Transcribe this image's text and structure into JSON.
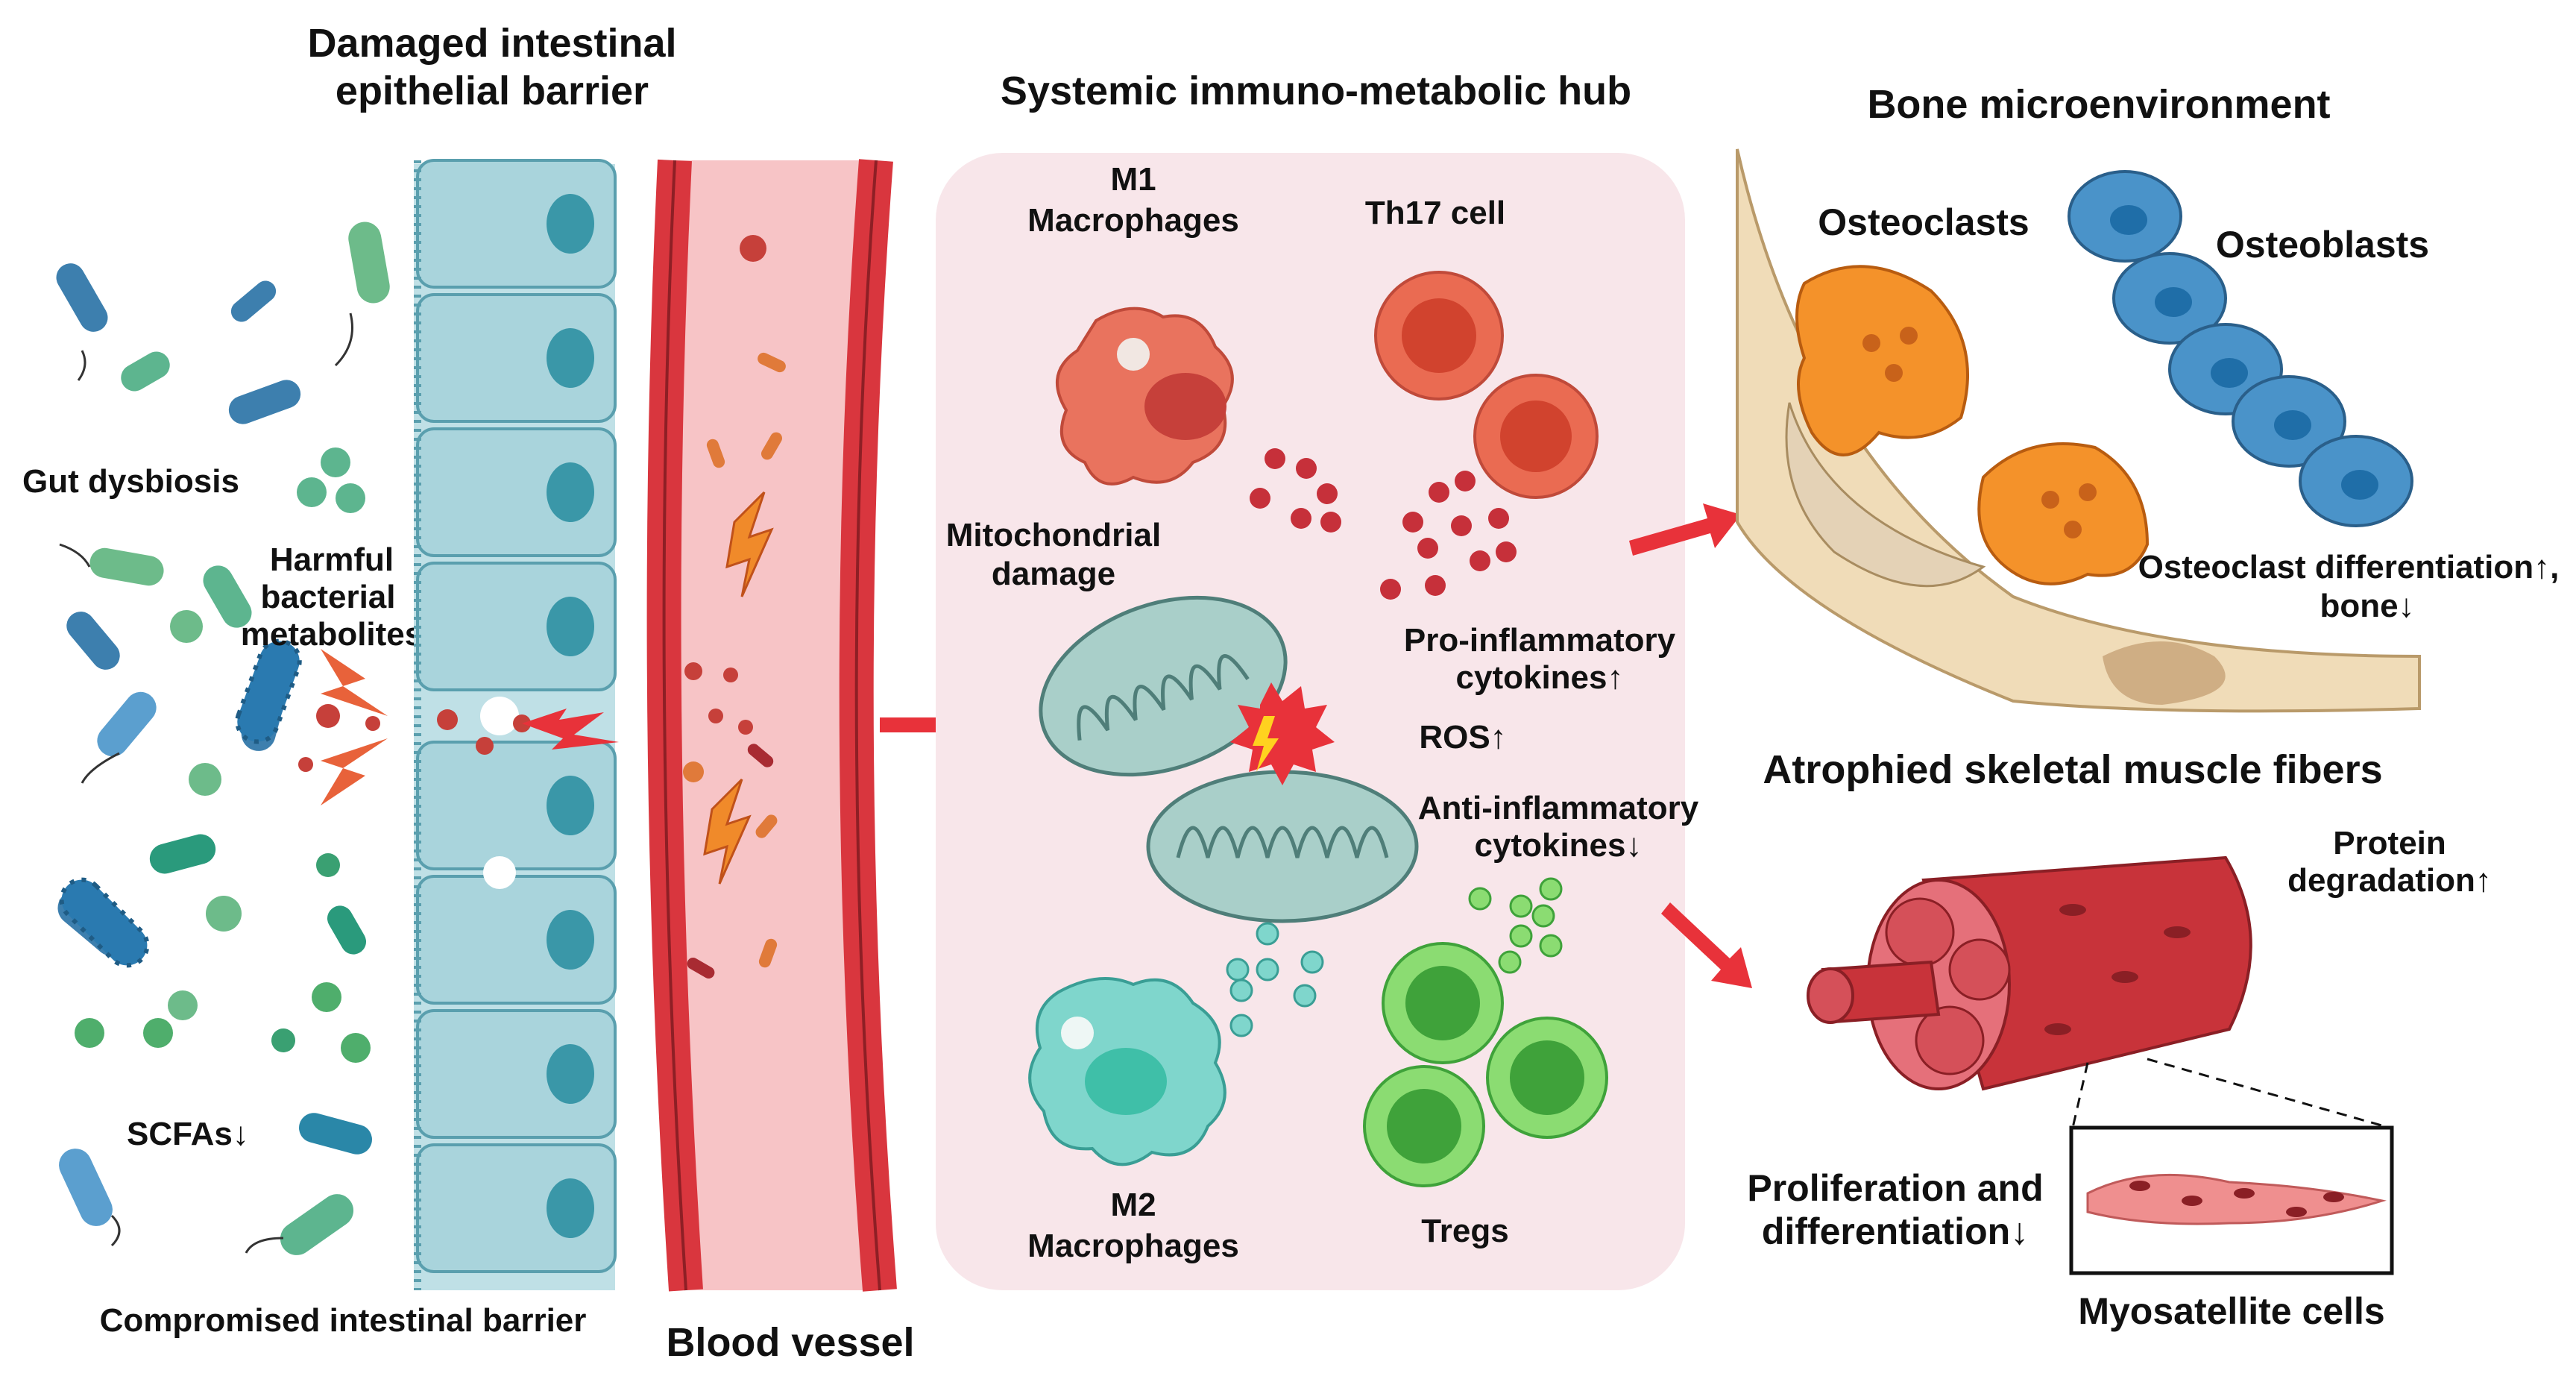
{
  "panels": {
    "gut": {
      "title_line1": "Damaged intestinal",
      "title_line2": "epithelial barrier",
      "gut_dysbiosis": "Gut dysbiosis",
      "harmful_line1": "Harmful",
      "harmful_line2": "bacterial",
      "harmful_line3": "metabolites",
      "scfas": "SCFAs↓",
      "barrier_caption": "Compromised intestinal barrier",
      "vessel_caption": "Blood vessel"
    },
    "hub": {
      "title": "Systemic immuno-metabolic hub",
      "m1_line1": "M1",
      "m1_line2": "Macrophages",
      "th17": "Th17 cell",
      "mito_line1": "Mitochondrial",
      "mito_line2": "damage",
      "pro_line1": "Pro-inflammatory",
      "pro_line2": "cytokines↑",
      "ros": "ROS↑",
      "anti_line1": "Anti-inflammatory",
      "anti_line2": "cytokines↓",
      "m2_line1": "M2",
      "m2_line2": "Macrophages",
      "tregs": "Tregs"
    },
    "bone": {
      "title": "Bone microenvironment",
      "osteoclasts": "Osteoclasts",
      "osteoblasts": "Osteoblasts",
      "effect_line1": "Osteoclast differentiation↑,",
      "effect_line2": "bone↓"
    },
    "muscle": {
      "title": "Atrophied skeletal muscle fibers",
      "protein_line1": "Protein",
      "protein_line2": "degradation↑",
      "prolif_line1": "Proliferation and",
      "prolif_line2": "differentiation↓",
      "myosatellite": "Myosatellite cells"
    }
  },
  "colors": {
    "epithelium": "#a9d4dc",
    "nucleus": "#3a97a8",
    "vessel": "#d9363e",
    "hub_bg": "#f8e6ea",
    "arrow": "#e8323a",
    "osteoclast": "#f4922a",
    "osteoblast": "#4a93c9",
    "muscle": "#c8333a",
    "m1": "#e9735e",
    "m2": "#7fd6cc",
    "treg": "#6fcf6b",
    "mito": "#a9cfc9"
  }
}
